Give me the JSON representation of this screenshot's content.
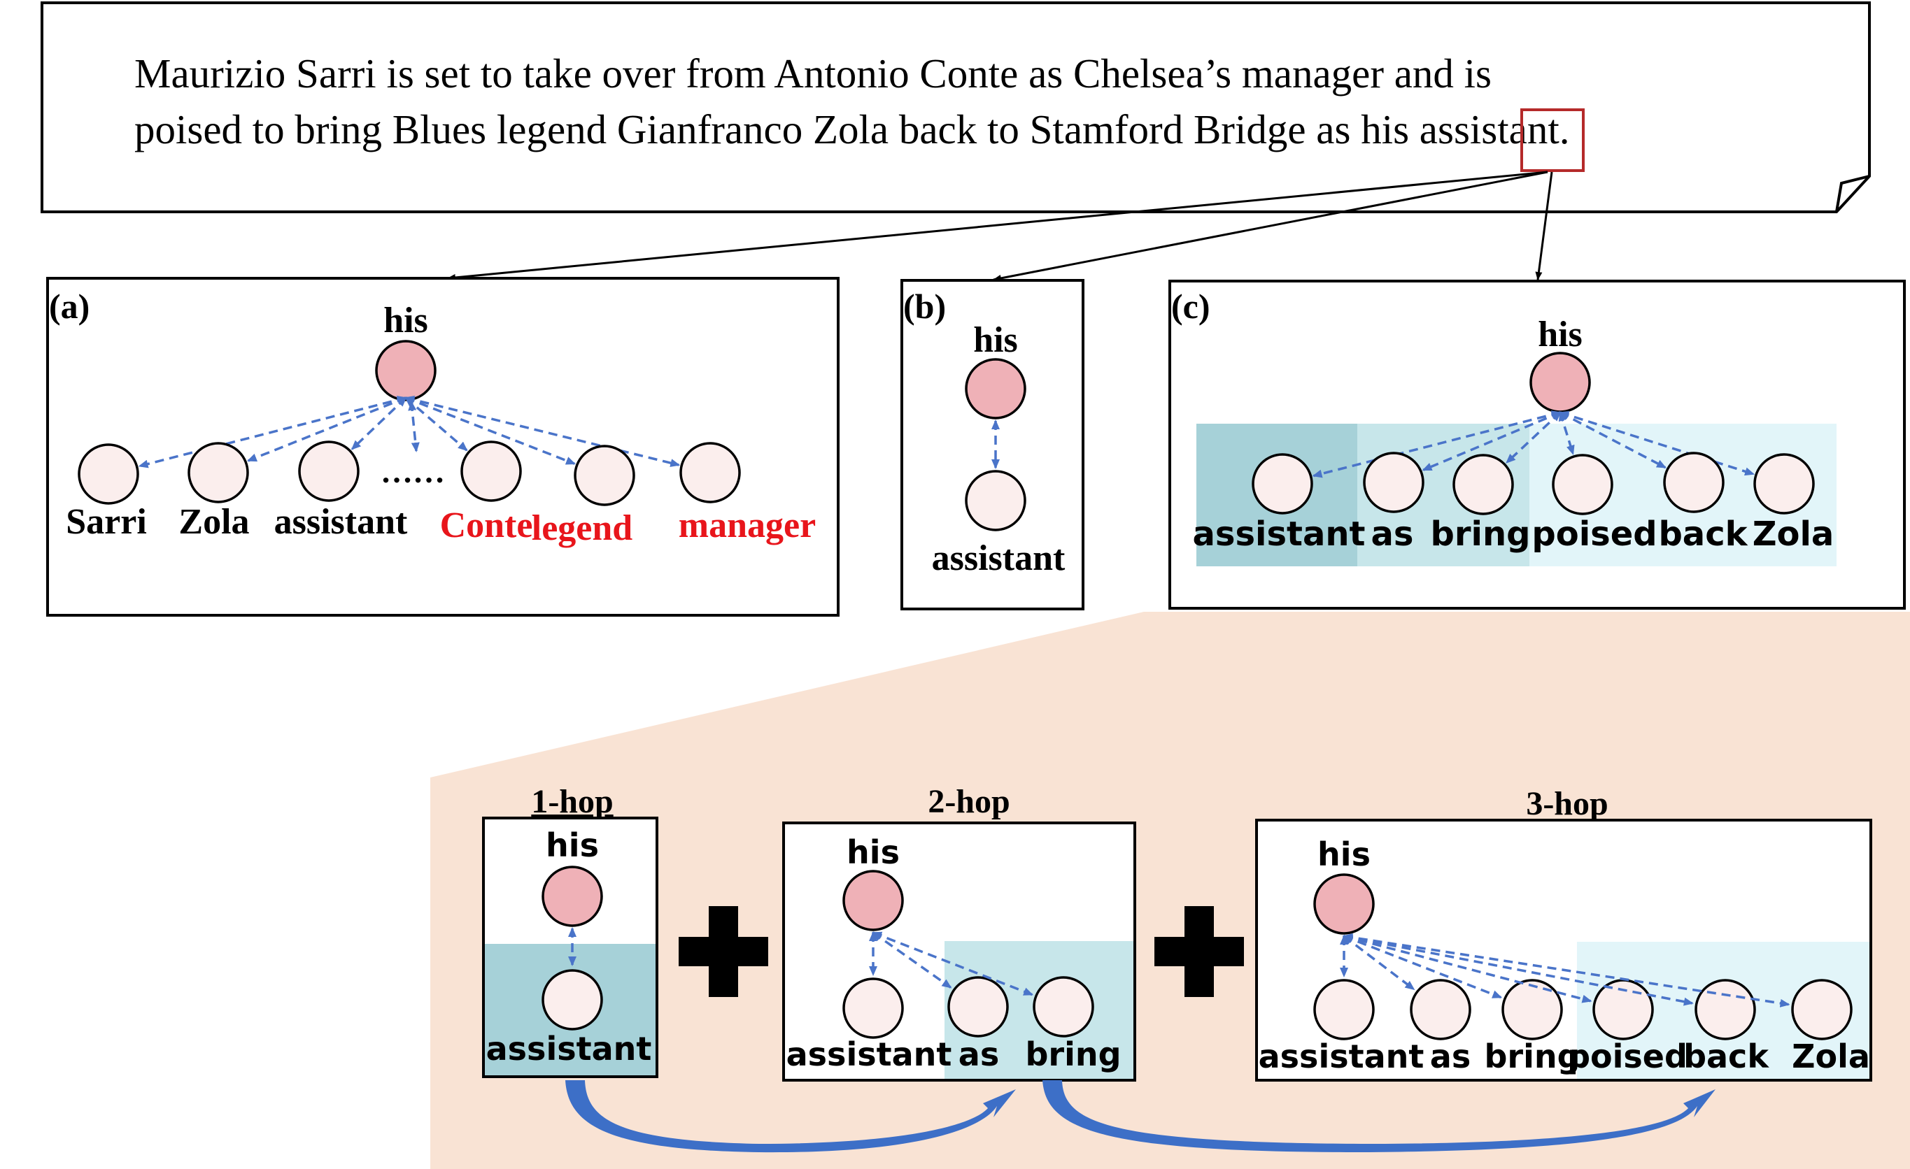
{
  "sentence": {
    "line1": "Maurizio Sarri is set to take over from Antonio Conte as Chelsea’s manager and is",
    "line2_before": "poised to bring Blues legend Gianfranco Zola back to Stamford Bridge as ",
    "highlight": "his",
    "line2_after": " assistant."
  },
  "panel_a": {
    "label": "(a)",
    "center": "his",
    "ellipsis": "……",
    "neighbors": [
      {
        "text": "Sarri",
        "color": "#000000"
      },
      {
        "text": "Zola",
        "color": "#000000"
      },
      {
        "text": "assistant",
        "color": "#000000"
      },
      {
        "text": "Conte",
        "color": "#e8151b"
      },
      {
        "text": "legend",
        "color": "#e8151b"
      },
      {
        "text": "manager",
        "color": "#e8151b"
      }
    ]
  },
  "panel_b": {
    "label": "(b)",
    "center": "his",
    "neighbor": "assistant"
  },
  "panel_c": {
    "label": "(c)",
    "center": "his",
    "neighbors": [
      "assistant",
      "as",
      "bring",
      "poised",
      "back",
      "Zola"
    ]
  },
  "hops": [
    {
      "title": "1-hop",
      "center": "his",
      "words": [
        "assistant"
      ]
    },
    {
      "title": "2-hop",
      "center": "his",
      "words": [
        "assistant",
        "as",
        "bring"
      ]
    },
    {
      "title": "3-hop",
      "center": "his",
      "words": [
        "assistant",
        "as",
        "bring",
        "poised",
        "back",
        "Zola"
      ]
    }
  ],
  "colors": {
    "highlight_box": "#b52a2a",
    "center_node": "#efb1b7",
    "word_node": "#fbeeed",
    "edge": "#4a74c9",
    "shade_dark": "#a6d1d8",
    "shade_mid": "#c7e6ea",
    "shade_light": "#e2f5f9",
    "background_band": "#f9e3d4",
    "curved_arrow": "#3d6fc7"
  }
}
